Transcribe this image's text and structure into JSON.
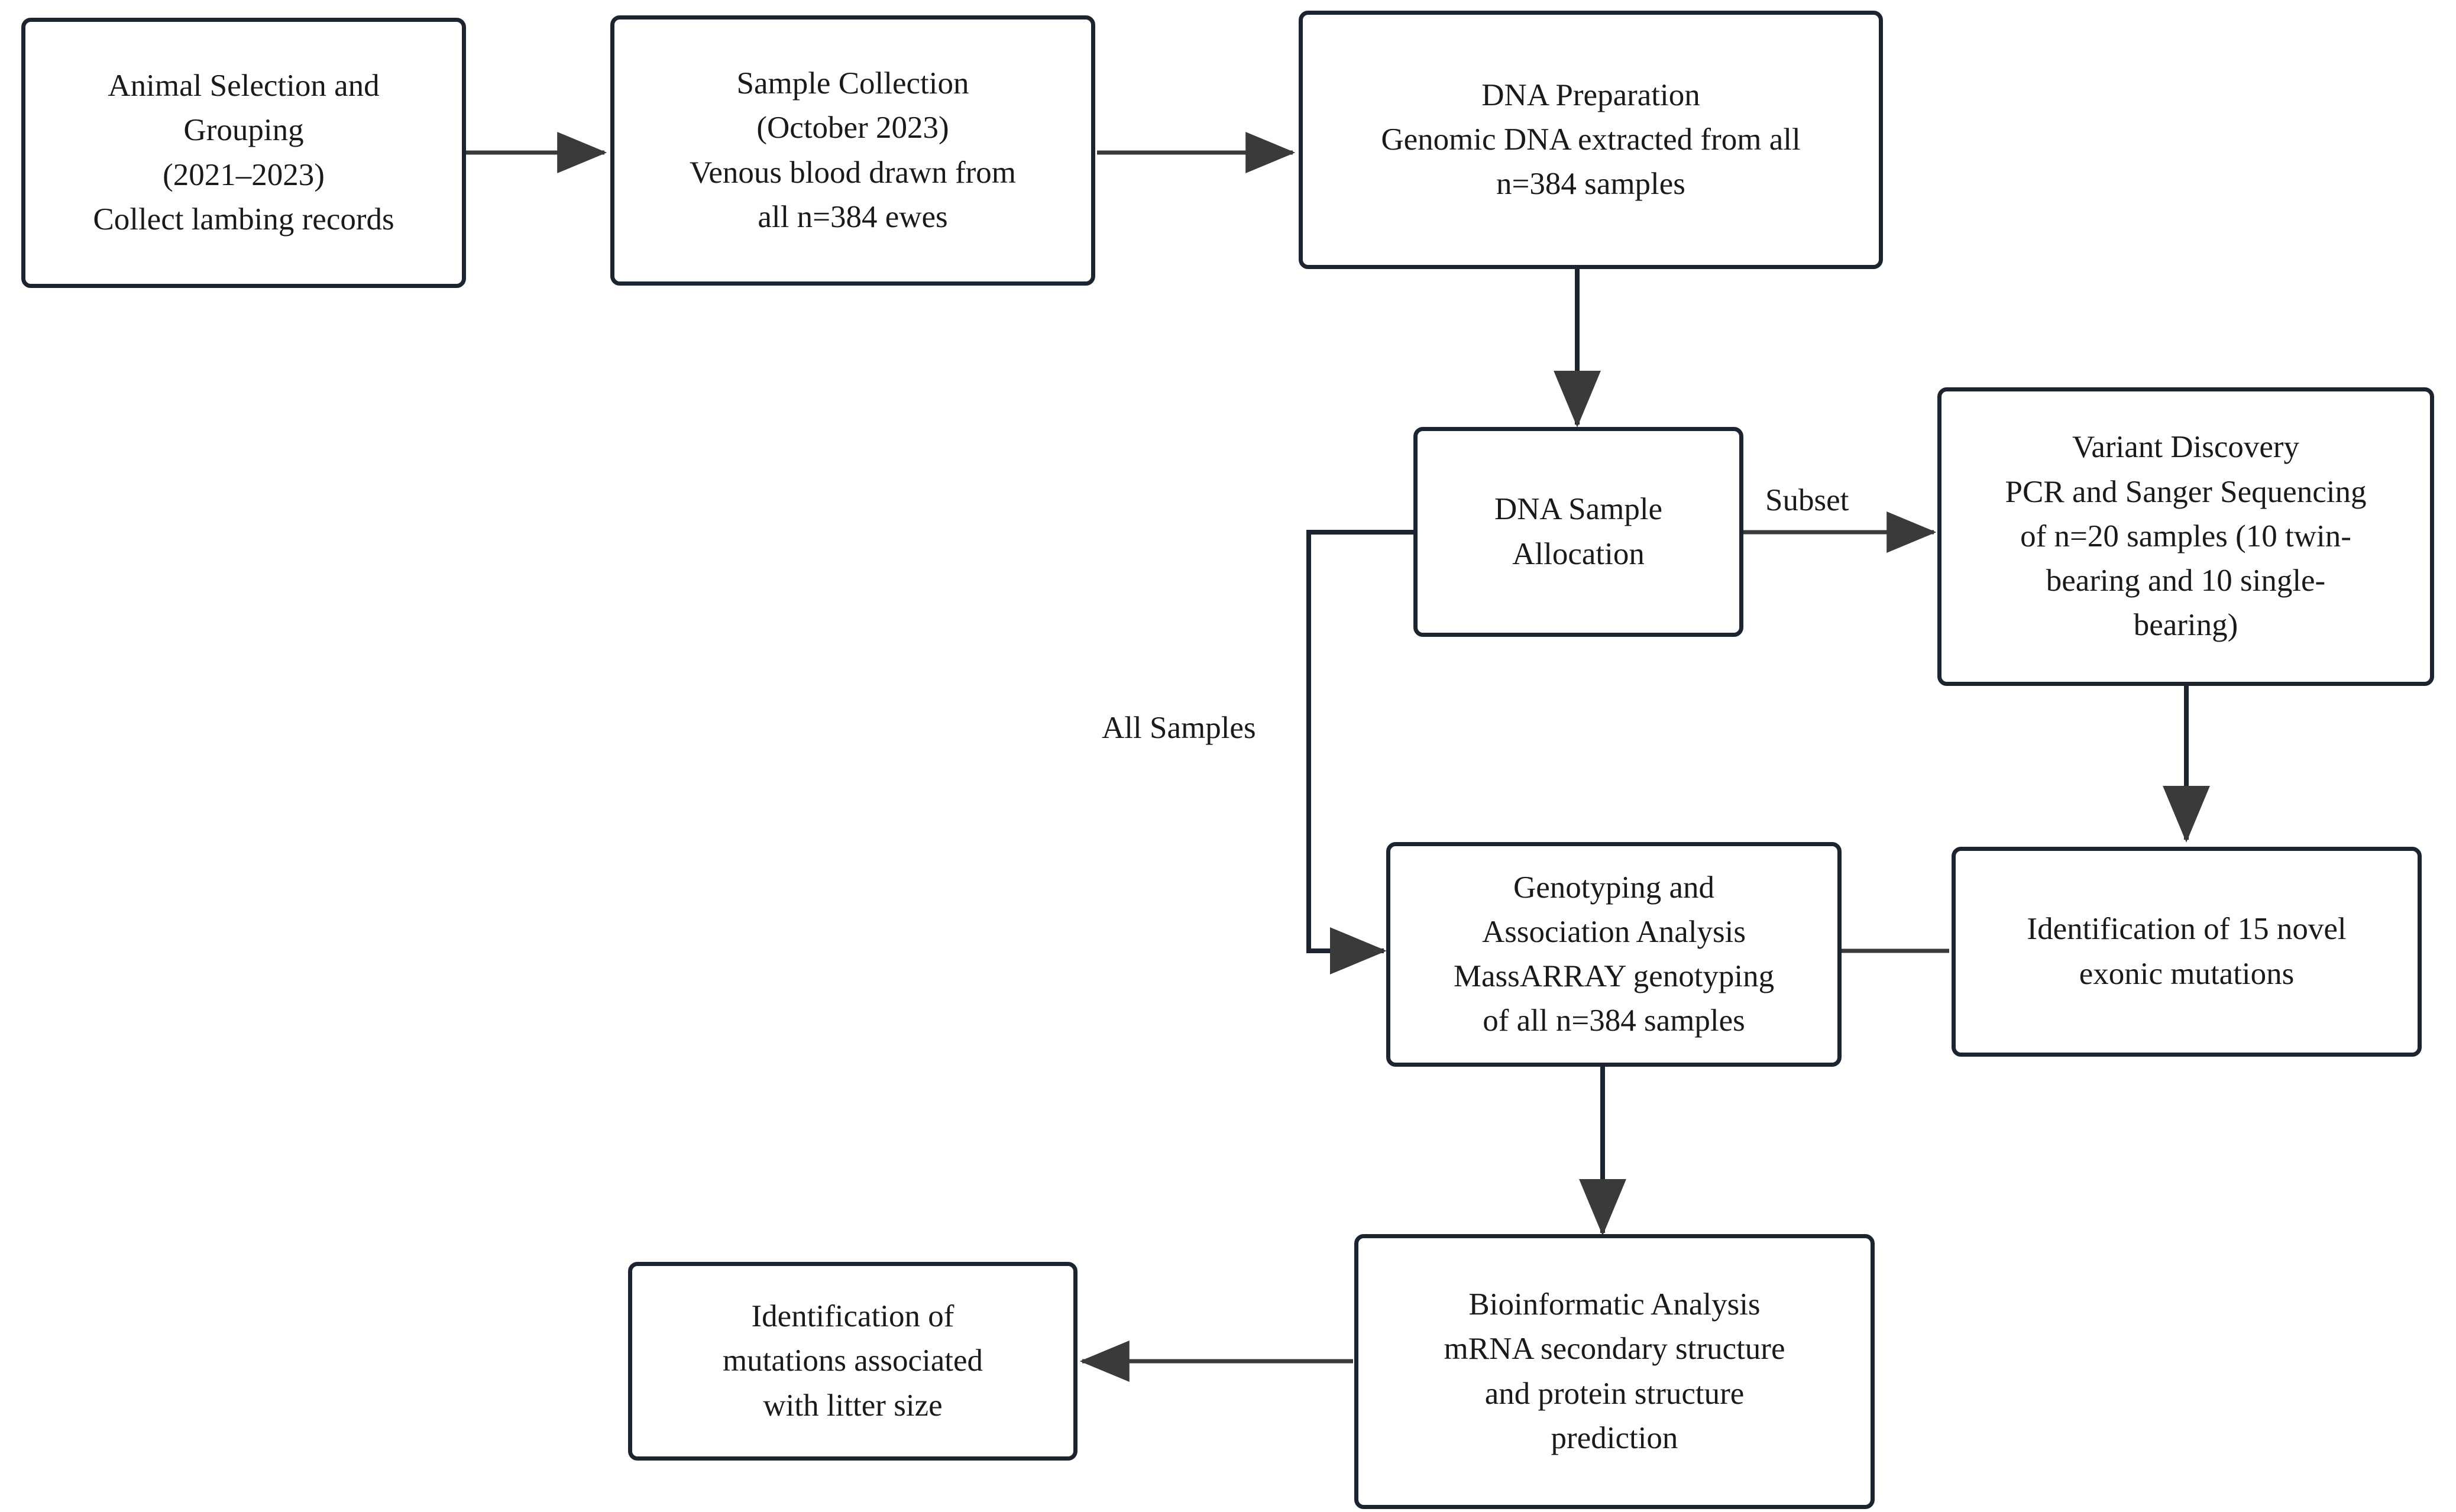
{
  "diagram": {
    "title": "Experimental workflow flowchart",
    "background_color": "#ffffff",
    "node_border_color": "#1c2430",
    "arrow_color": "#3a3a3a",
    "text_color": "#1a1a1a"
  },
  "nodes": {
    "animal_selection": "Animal Selection and\nGrouping\n(2021–2023)\nCollect lambing records",
    "sample_collection": "Sample Collection\n(October  2023)\nVenous blood drawn from\nall n=384 ewes",
    "dna_preparation": "DNA Preparation\nGenomic DNA extracted from all\nn=384 samples",
    "dna_sample_allocation": "DNA Sample\nAllocation",
    "variant_discovery": "Variant Discovery\nPCR and Sanger Sequencing\nof n=20 samples (10 twin-\nbearing and 10 single-\nbearing)",
    "exonic_mutations": "Identification of 15 novel\nexonic mutations",
    "genotyping_association": "Genotyping and\nAssociation Analysis\nMassARRAY genotyping\nof all n=384 samples",
    "bioinformatic_analysis": "Bioinformatic Analysis\nmRNA secondary structure\nand protein structure\nprediction",
    "litter_size_result": "Identification of\nmutations associated\nwith litter size"
  },
  "edge_labels": {
    "subset": "Subset",
    "all_samples": "All Samples"
  }
}
